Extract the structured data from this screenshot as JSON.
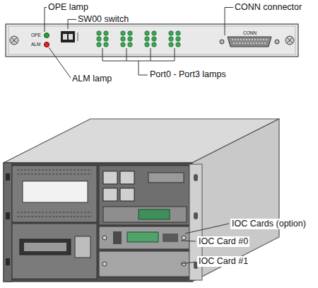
{
  "diagram": {
    "labels": [
      "OPE lamp",
      "SW00 switch",
      "CONN connector",
      "OPE",
      "ALM",
      "CONN",
      "Port0 - Port3 lamps",
      "ALM lamp",
      "IOC Cards (option)",
      "IOC Card #0",
      "IOC Card #1"
    ]
  }
}
